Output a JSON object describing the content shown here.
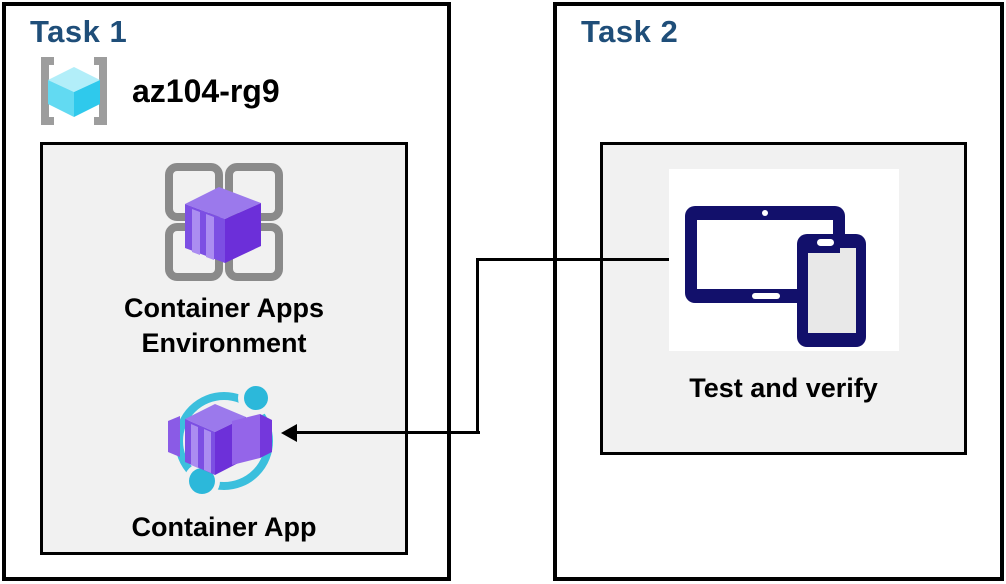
{
  "task1": {
    "title": "Task 1",
    "resource_group_name": "az104-rg9",
    "nodes": [
      {
        "label": "Container Apps Environment",
        "icon": "container-apps-environment-icon"
      },
      {
        "label": "Container App",
        "icon": "container-app-icon"
      }
    ]
  },
  "task2": {
    "title": "Task 2",
    "nodes": [
      {
        "label": "Test and verify",
        "icon": "devices-icon"
      }
    ]
  },
  "connector": {
    "from": "container-app",
    "to": "test-and-verify",
    "arrow_direction": "left"
  },
  "colors": {
    "title_blue": "#1F4E79",
    "label_black": "#000000",
    "panel_bg": "#F1F1F1",
    "border_black": "#000000",
    "azure_purple_front": "#7C4FE3",
    "azure_purple_top": "#9B79EC",
    "azure_purple_dark": "#6C2FD9",
    "azure_purple_stripe": "#AB8DF1",
    "azure_cyan_ring": "#3BBFDD",
    "azure_cyan_dot": "#2CB8DA",
    "cube_top": "#B2EEF9",
    "cube_left": "#62DAF2",
    "cube_right": "#2FC9EC",
    "bracket_gray": "#9D9D9D",
    "grid_gray": "#8A8A8A",
    "device_navy": "#12106B",
    "device_screen_gray": "#E8E8E8"
  }
}
